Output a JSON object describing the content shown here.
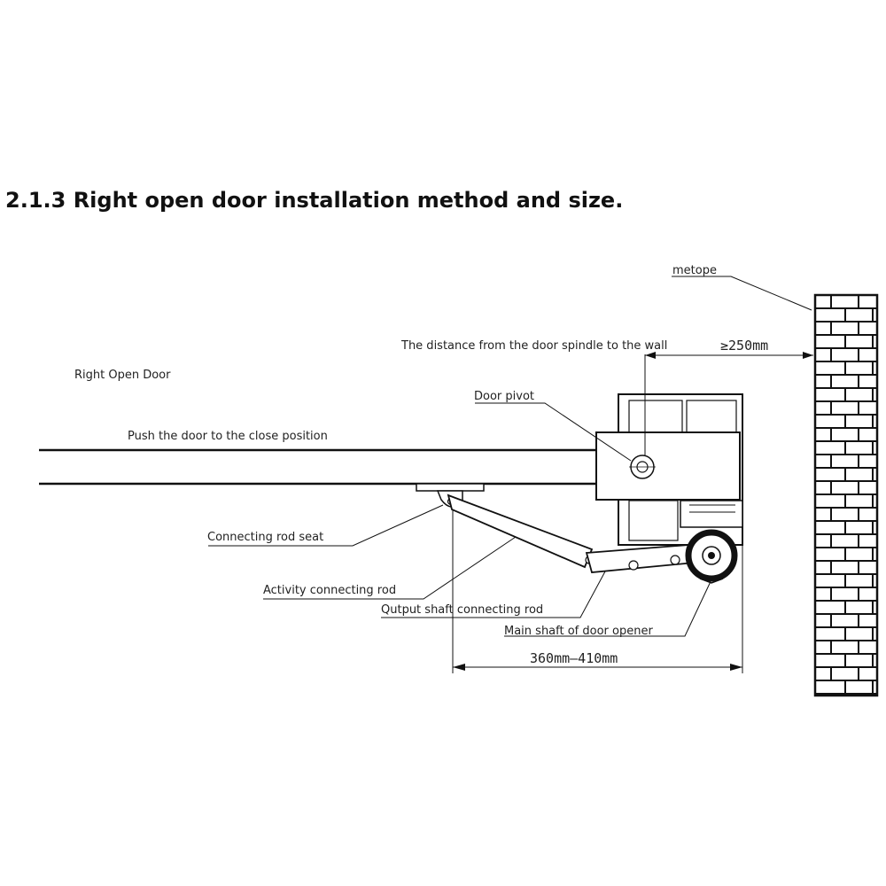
{
  "heading": "2.1.3 Right open door installation method and size.",
  "labels": {
    "metope": "metope",
    "spindle_distance": "The distance from the door spindle to the wall",
    "spindle_min": "≥250mm",
    "right_open_door": "Right Open Door",
    "door_pivot": "Door pivot",
    "push_door": "Push the door to the close position",
    "rod_seat": "Connecting rod seat",
    "activity_rod": "Activity connecting rod",
    "output_rod": "Qutput shaft connecting rod",
    "main_shaft": "Main shaft of door opener",
    "rod_range": "360mm—410mm"
  }
}
